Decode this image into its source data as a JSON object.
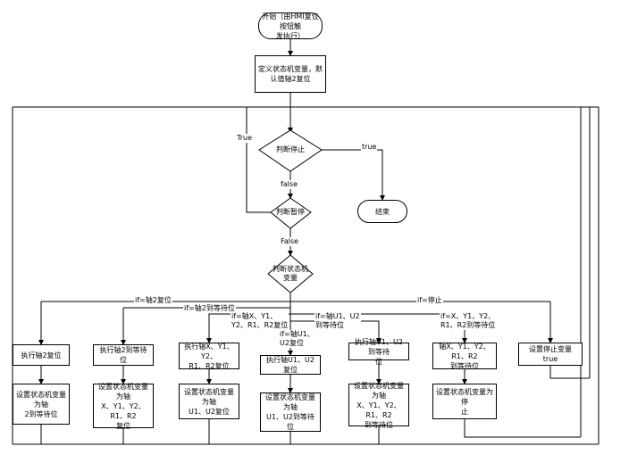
{
  "nodes": {
    "start": "开始（由HMI复位按钮触\n发执行）",
    "define": "定义状态机变量，默\n认值轴2复位",
    "judge_stop": "判断停止",
    "judge_pause": "判断暂停",
    "end": "结束",
    "judge_state": "判断状态机\n变量",
    "p1_exec": "执行轴2复位",
    "p1_set": "设置状态机变量为轴\n2到等待位",
    "p2_exec": "执行轴2到等待位",
    "p2_set": "设置状态机变量为轴\nX、Y1、Y2、R1、R2\n复位",
    "p3_exec": "执行轴X、Y1、Y2、\nR1、R2复位",
    "p3_set": "设置状态机变量为轴\nU1、U2复位",
    "p4_exec": "执行轴U1、U2复位",
    "p4_set": "设置状态机变量为轴\nU1、U2到等待位",
    "p5_exec": "执行轴U1、U2到等待\n位",
    "p5_set": "设置状态机变量为轴\nX、Y1、Y2、R1、R2\n到等待位",
    "p6_exec": "轴X、Y1、Y2、R1、R2\n到等待位",
    "p6_set": "设置状态机变量为停\n止",
    "p7_exec": "设置停止变量true"
  },
  "labels": {
    "true_left": "True",
    "true_right": "true",
    "false1": "false",
    "false2": "False",
    "cond1": "if=轴2复位",
    "cond2": "if=轴2到等待位",
    "cond3": "if=轴X、Y1、\nY2、R1、R2复位",
    "cond4": "if=轴U1、\nU2复位",
    "cond5": "if=轴U1、U2\n到等待位",
    "cond6": "if=X、Y1、Y2、\nR1、R2到等待位",
    "cond7": "if=停止"
  }
}
